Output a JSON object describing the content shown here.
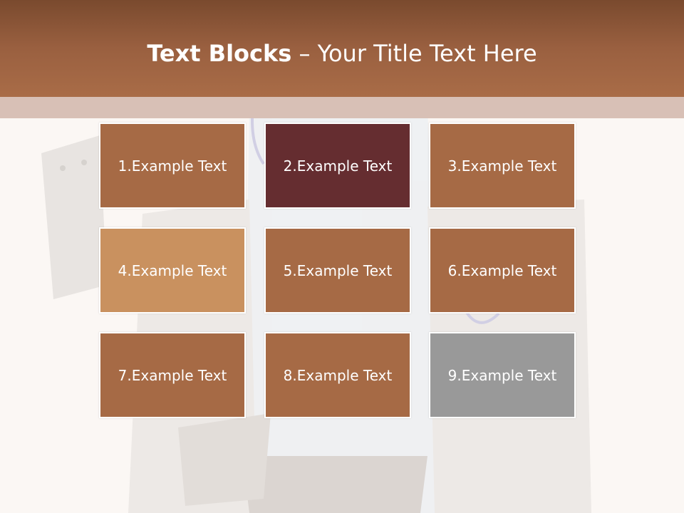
{
  "slide": {
    "title_bold": "Text Blocks",
    "title_dash": " – ",
    "title_rest": "Your Title Text Here"
  },
  "colors": {
    "header": "#a96c47",
    "tile_default": "#a66a45",
    "tile_dark": "#652d30",
    "tile_light": "#c9915f",
    "tile_gray": "#999999"
  },
  "blocks": [
    {
      "label": "1.Example Text",
      "color": "#a66a45"
    },
    {
      "label": "2.Example Text",
      "color": "#652d30"
    },
    {
      "label": "3.Example Text",
      "color": "#a66a45"
    },
    {
      "label": "4.Example Text",
      "color": "#c9915f"
    },
    {
      "label": "5.Example Text",
      "color": "#a66a45"
    },
    {
      "label": "6.Example Text",
      "color": "#a66a45"
    },
    {
      "label": "7.Example Text",
      "color": "#a66a45"
    },
    {
      "label": "8.Example Text",
      "color": "#a66a45"
    },
    {
      "label": "9.Example Text",
      "color": "#999999"
    }
  ]
}
